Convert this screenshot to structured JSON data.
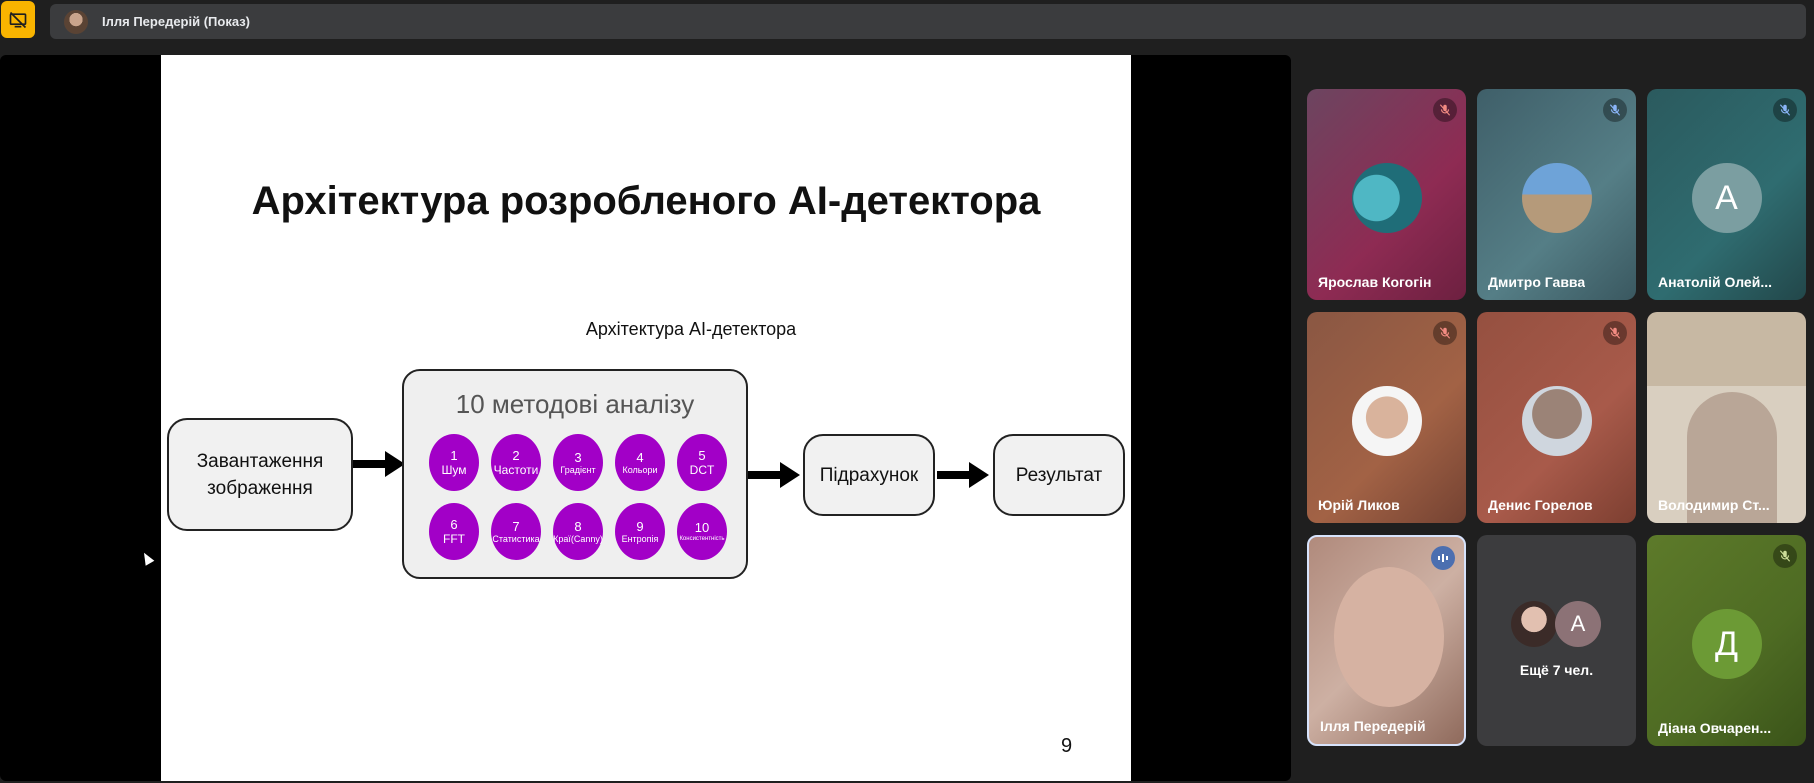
{
  "top_bar": {
    "presenter_label": "Ілля Передерій (Показ)"
  },
  "slide": {
    "title": "Архітектура розробленого AI-детектора",
    "diagram_title": "Архітектура AI-детектора",
    "upload_line1": "Завантаження",
    "upload_line2": "зображення",
    "methods_title": "10 методові аналізу",
    "methods": [
      {
        "num": "1",
        "label": "Шум"
      },
      {
        "num": "2",
        "label": "Частоти"
      },
      {
        "num": "3",
        "label": "Градієнт"
      },
      {
        "num": "4",
        "label": "Кольори"
      },
      {
        "num": "5",
        "label": "DCT"
      },
      {
        "num": "6",
        "label": "FFT"
      },
      {
        "num": "7",
        "label": "Статистика"
      },
      {
        "num": "8",
        "label": "Краї(Canny)"
      },
      {
        "num": "9",
        "label": "Ентропія"
      },
      {
        "num": "10",
        "label": "Консистентність"
      }
    ],
    "count_label": "Підрахунок",
    "result_label": "Результат",
    "page_number": "9"
  },
  "participants": [
    {
      "name": "Ярослав Когогін",
      "muted": true
    },
    {
      "name": "Дмитро Гавва",
      "muted": true
    },
    {
      "name": "Анатолій Олей...",
      "avatar_letter": "А",
      "muted": true
    },
    {
      "name": "Юрій Ликов",
      "muted": true
    },
    {
      "name": "Денис Горелов",
      "muted": true
    },
    {
      "name": "Володимир Ст..."
    },
    {
      "name": "Ілля Передерій",
      "speaking": true
    },
    {
      "others_label": "Ещё 7 чел.",
      "avatar_letter": "А"
    },
    {
      "name": "Діана Овчарен...",
      "avatar_letter": "Д",
      "muted": true
    }
  ],
  "colors": {
    "accent_badge": "#f9b400",
    "method_circle": "#a200c7",
    "background": "#1f1f1f"
  }
}
